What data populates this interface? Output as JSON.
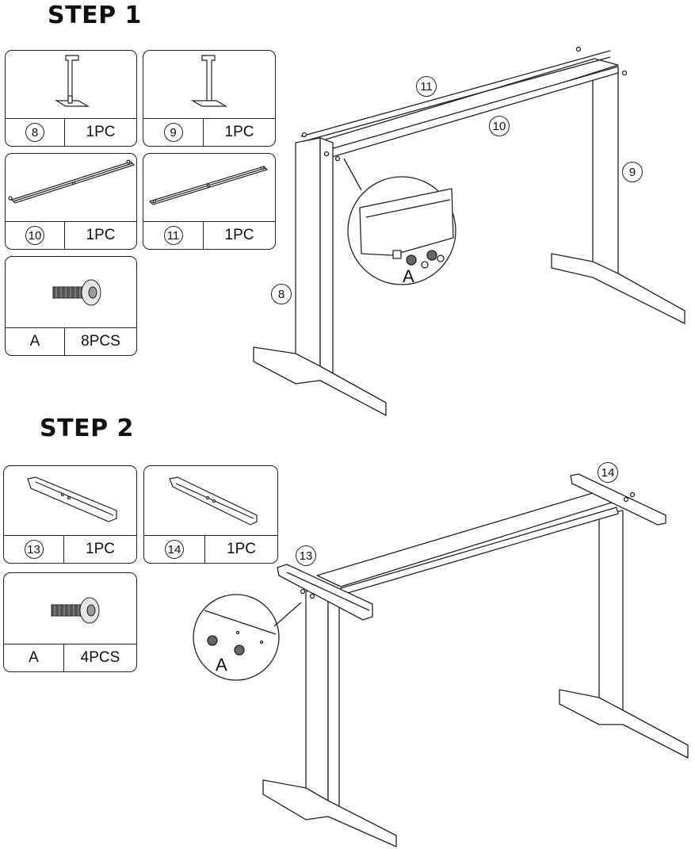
{
  "step1": {
    "title": "STEP 1",
    "parts": [
      {
        "id": "8",
        "qty": "1PC",
        "icon": "t-leg-icon"
      },
      {
        "id": "9",
        "qty": "1PC",
        "icon": "t-leg-icon"
      },
      {
        "id": "10",
        "qty": "1PC",
        "icon": "crossbar-icon"
      },
      {
        "id": "11",
        "qty": "1PC",
        "icon": "crossbar-icon"
      },
      {
        "id": "A",
        "qty": "8PCS",
        "icon": "screw-icon"
      }
    ],
    "callouts": {
      "c11": "11",
      "c10": "10",
      "c9": "9",
      "c8": "8",
      "detail_label": "A"
    }
  },
  "step2": {
    "title": "STEP 2",
    "parts": [
      {
        "id": "13",
        "qty": "1PC",
        "icon": "side-bracket-icon"
      },
      {
        "id": "14",
        "qty": "1PC",
        "icon": "side-bracket-icon"
      },
      {
        "id": "A",
        "qty": "4PCS",
        "icon": "screw-icon"
      }
    ],
    "callouts": {
      "c14": "14",
      "c13": "13",
      "detail_label": "A"
    }
  }
}
